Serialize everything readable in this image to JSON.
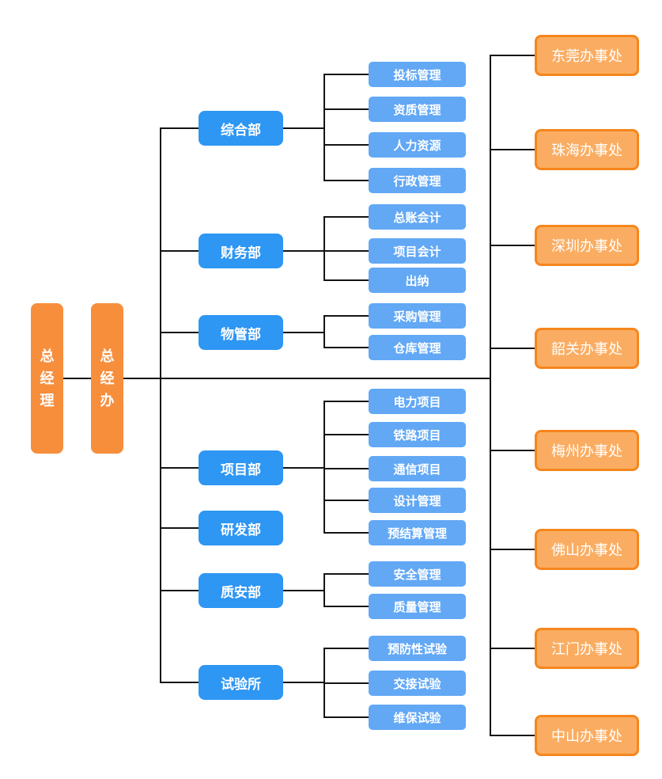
{
  "org_chart": {
    "root": {
      "label": "总经理"
    },
    "executive_office": {
      "label": "总经办"
    },
    "departments": [
      {
        "label": "综合部",
        "children": [
          {
            "label": "投标管理"
          },
          {
            "label": "资质管理"
          },
          {
            "label": "人力资源"
          },
          {
            "label": "行政管理"
          }
        ]
      },
      {
        "label": "财务部",
        "children": [
          {
            "label": "总账会计"
          },
          {
            "label": "项目会计"
          },
          {
            "label": "出纳"
          }
        ]
      },
      {
        "label": "物管部",
        "children": [
          {
            "label": "采购管理"
          },
          {
            "label": "仓库管理"
          }
        ]
      },
      {
        "label": "项目部",
        "children": [
          {
            "label": "电力项目"
          },
          {
            "label": "铁路项目"
          },
          {
            "label": "通信项目"
          },
          {
            "label": "设计管理"
          },
          {
            "label": "预结算管理"
          }
        ]
      },
      {
        "label": "研发部",
        "children": []
      },
      {
        "label": "质安部",
        "children": [
          {
            "label": "安全管理"
          },
          {
            "label": "质量管理"
          }
        ]
      },
      {
        "label": "试验所",
        "children": [
          {
            "label": "预防性试验"
          },
          {
            "label": "交接试验"
          },
          {
            "label": "维保试验"
          }
        ]
      }
    ],
    "offices": [
      {
        "label": "东莞办事处"
      },
      {
        "label": "珠海办事处"
      },
      {
        "label": "深圳办事处"
      },
      {
        "label": "韶关办事处"
      },
      {
        "label": "梅州办事处"
      },
      {
        "label": "佛山办事处"
      },
      {
        "label": "江门办事处"
      },
      {
        "label": "中山办事处"
      }
    ],
    "colors": {
      "executive_fill": "#F78E3C",
      "department_fill": "#2E96F3",
      "sub_unit_fill": "#62A8F5",
      "office_fill": "#FAAD62",
      "office_border": "#F6861D",
      "text": "#FFFFFF",
      "connector": "#141414"
    }
  }
}
